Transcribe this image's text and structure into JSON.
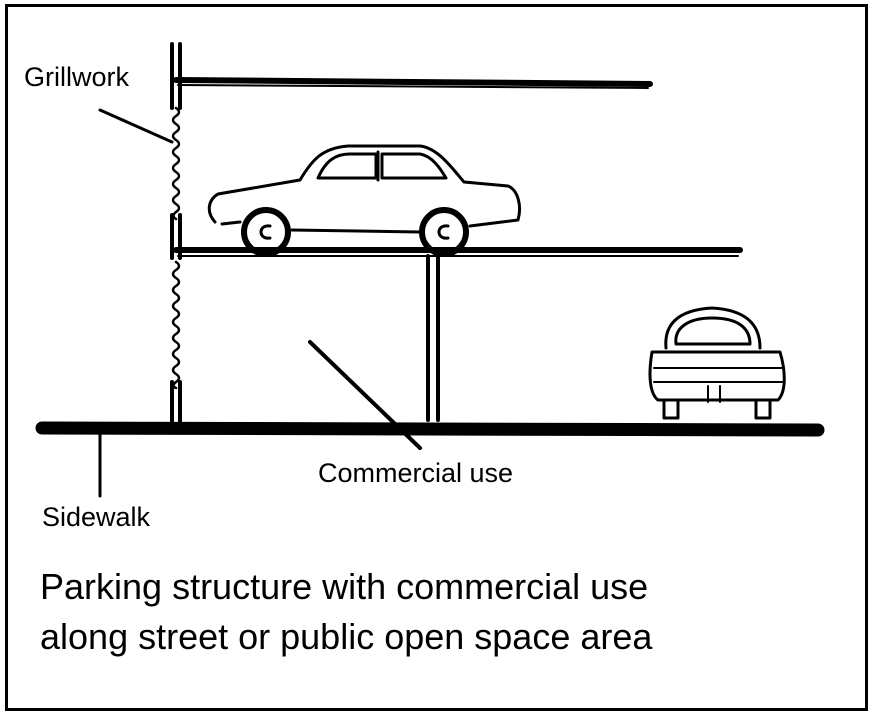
{
  "labels": {
    "grillwork": "Grillwork",
    "commercial_use": "Commercial use",
    "sidewalk": "Sidewalk"
  },
  "caption": {
    "line1": "Parking structure with commercial use",
    "line2": "along street or public open space area"
  }
}
